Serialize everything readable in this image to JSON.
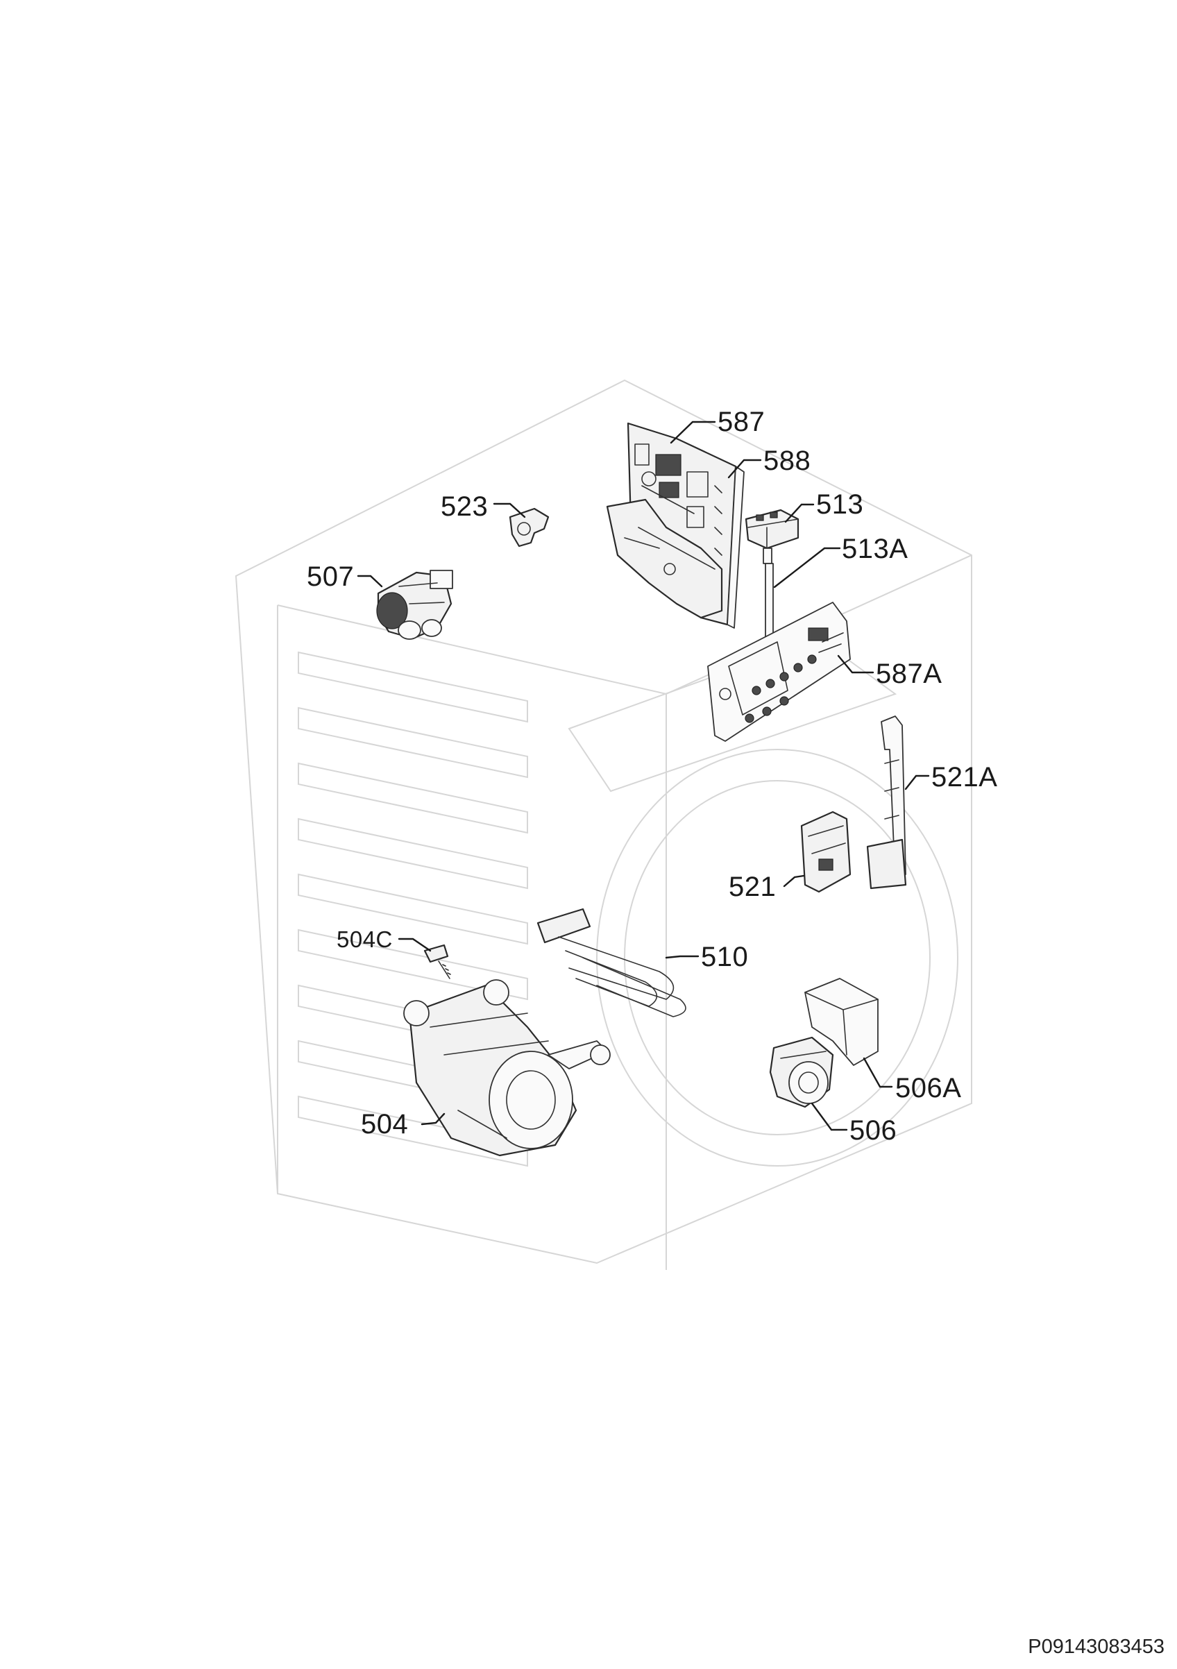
{
  "document_code": "P09143083453",
  "parts": [
    {
      "id": "p587",
      "label": "587",
      "name": "main-electronic-board"
    },
    {
      "id": "p588",
      "label": "588",
      "name": "board-housing"
    },
    {
      "id": "p523",
      "label": "523",
      "name": "clip"
    },
    {
      "id": "p513",
      "label": "513",
      "name": "pressure-switch"
    },
    {
      "id": "p513a",
      "label": "513A",
      "name": "pressure-hose"
    },
    {
      "id": "p507",
      "label": "507",
      "name": "inlet-valve"
    },
    {
      "id": "p587a",
      "label": "587A",
      "name": "control-board"
    },
    {
      "id": "p521a",
      "label": "521A",
      "name": "door-lock-bracket"
    },
    {
      "id": "p521",
      "label": "521",
      "name": "door-lock"
    },
    {
      "id": "p504c",
      "label": "504C",
      "name": "motor-screw"
    },
    {
      "id": "p510",
      "label": "510",
      "name": "heating-element"
    },
    {
      "id": "p504",
      "label": "504",
      "name": "motor"
    },
    {
      "id": "p506a",
      "label": "506A",
      "name": "pump-cover"
    },
    {
      "id": "p506",
      "label": "506",
      "name": "drain-pump"
    }
  ]
}
